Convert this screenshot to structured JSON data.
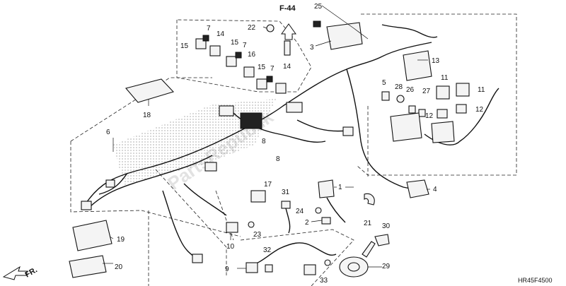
{
  "diagram": {
    "ref_label": "F-44",
    "direction_label": "FR.",
    "drawing_code": "HR45F4500",
    "watermark": "PartsRepublik",
    "callouts": {
      "c1": "1",
      "c2": "2",
      "c3": "3",
      "c4": "4",
      "c5": "5",
      "c6": "6",
      "c7a": "7",
      "c7b": "7",
      "c7c": "7",
      "c8a": "8",
      "c8b": "8",
      "c9": "9",
      "c10": "10",
      "c11a": "11",
      "c11b": "11",
      "c12a": "12",
      "c12b": "12",
      "c13": "13",
      "c14a": "14",
      "c14b": "14",
      "c15a": "15",
      "c15b": "15",
      "c15c": "15",
      "c16": "16",
      "c17": "17",
      "c18": "18",
      "c19": "19",
      "c20": "20",
      "c21": "21",
      "c22": "22",
      "c23": "23",
      "c24": "24",
      "c25": "25",
      "c26": "26",
      "c27": "27",
      "c28": "28",
      "c29": "29",
      "c30": "30",
      "c31": "31",
      "c32": "32",
      "c33": "33"
    }
  }
}
